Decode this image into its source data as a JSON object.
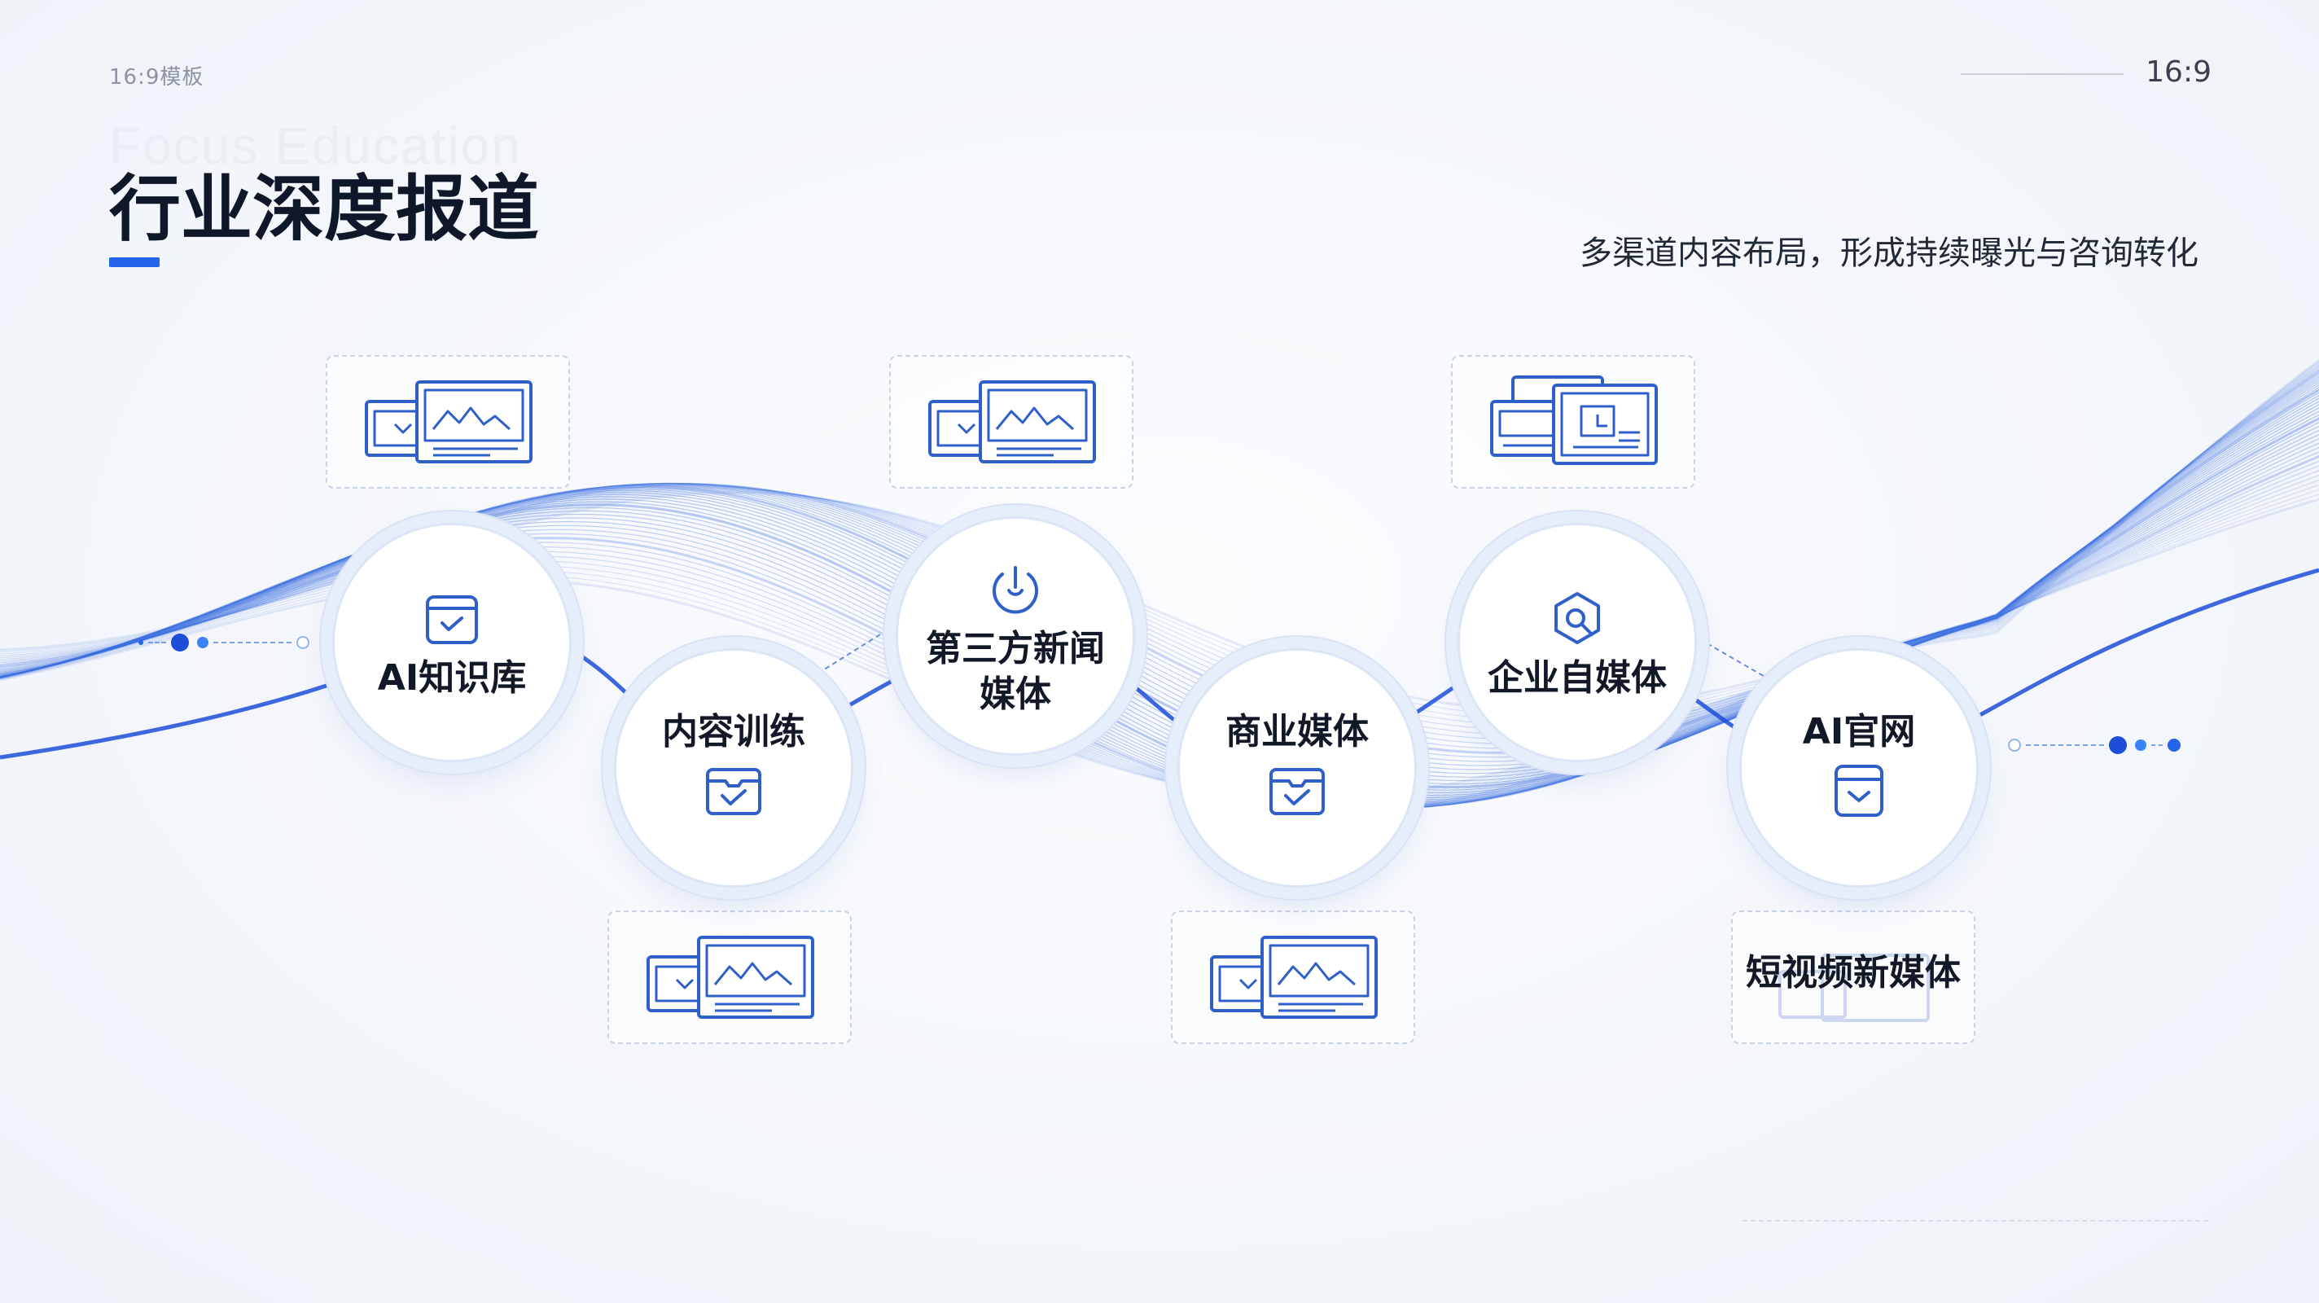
{
  "header": {
    "tag": "16:9模板",
    "ratio": "16:9",
    "ghost_text": "Focus Education",
    "title": "行业深度报道",
    "subtitle": "多渠道内容布局，形成持续曝光与咨询转化"
  },
  "footer": {
    "note": ""
  },
  "colors": {
    "accent": "#2563eb",
    "wave": "#3b6fe0"
  },
  "nodes": [
    {
      "label": "AI知识库",
      "icon": "calendar-check-icon"
    },
    {
      "label": "内容训练",
      "icon": "inbox-check-icon"
    },
    {
      "label": "第三方新闻媒体",
      "icon": "power-shield-icon"
    },
    {
      "label": "商业媒体",
      "icon": "inbox-check-icon"
    },
    {
      "label": "企业自媒体",
      "icon": "hexagon-search-icon"
    },
    {
      "label": "AI官网",
      "icon": "inbox-down-icon"
    }
  ],
  "cards": [
    {
      "label": "",
      "icon": "screens-chart-icon"
    },
    {
      "label": "",
      "icon": "screens-chart-icon"
    },
    {
      "label": "",
      "icon": "screens-chart-icon"
    },
    {
      "label": "",
      "icon": "screens-chart-icon"
    },
    {
      "label": "",
      "icon": "screens-document-icon"
    },
    {
      "label": "短视频新媒体",
      "icon": "screens-faded-icon"
    }
  ]
}
